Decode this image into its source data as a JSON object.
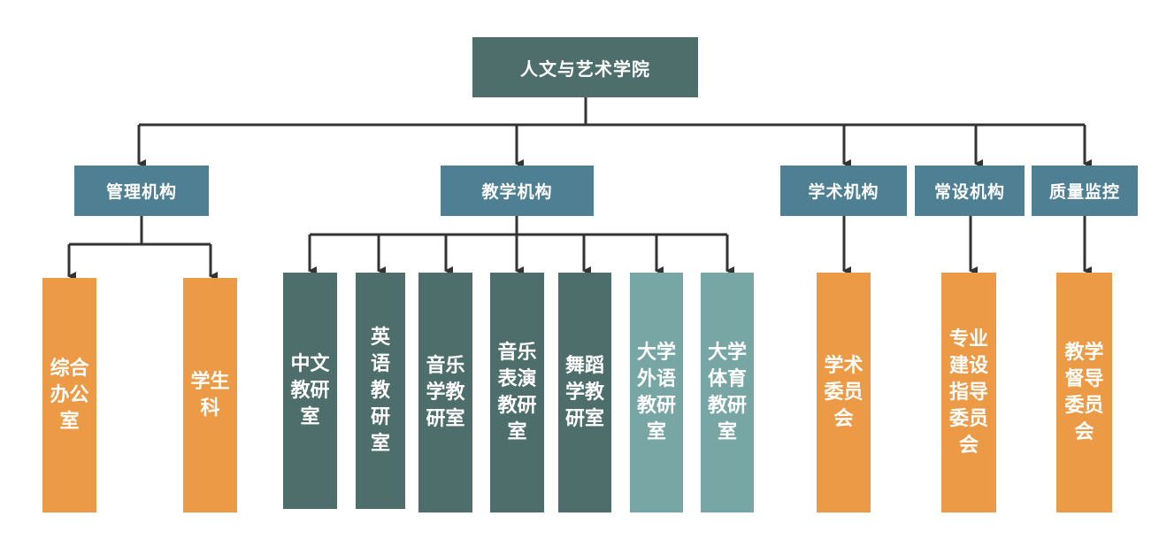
{
  "root": "人文与艺术学院",
  "categories": {
    "admin": "管理机构",
    "teaching": "教学机构",
    "academic": "学术机构",
    "standing": "常设机构",
    "quality": "质量监控"
  },
  "units": {
    "office": "综合办公室",
    "student": "学生科",
    "chinese": "中文教研室",
    "english": "英语教研室",
    "music": "音乐学教研室",
    "performance": "音乐表演教研室",
    "dance": "舞蹈学教研室",
    "foreign": "大学外语教研室",
    "pe": "大学体育教研室",
    "academic_committee": "学术委员会",
    "major_committee": "专业建设指导委员会",
    "supervision_committee": "教学督导委员会"
  },
  "colors": {
    "root": "#4d6e6b",
    "category": "#4f7f93",
    "orange": "#ec9a45",
    "dark_teal": "#4d6e6b",
    "light_teal": "#77a6a4",
    "connector": "#333333"
  }
}
